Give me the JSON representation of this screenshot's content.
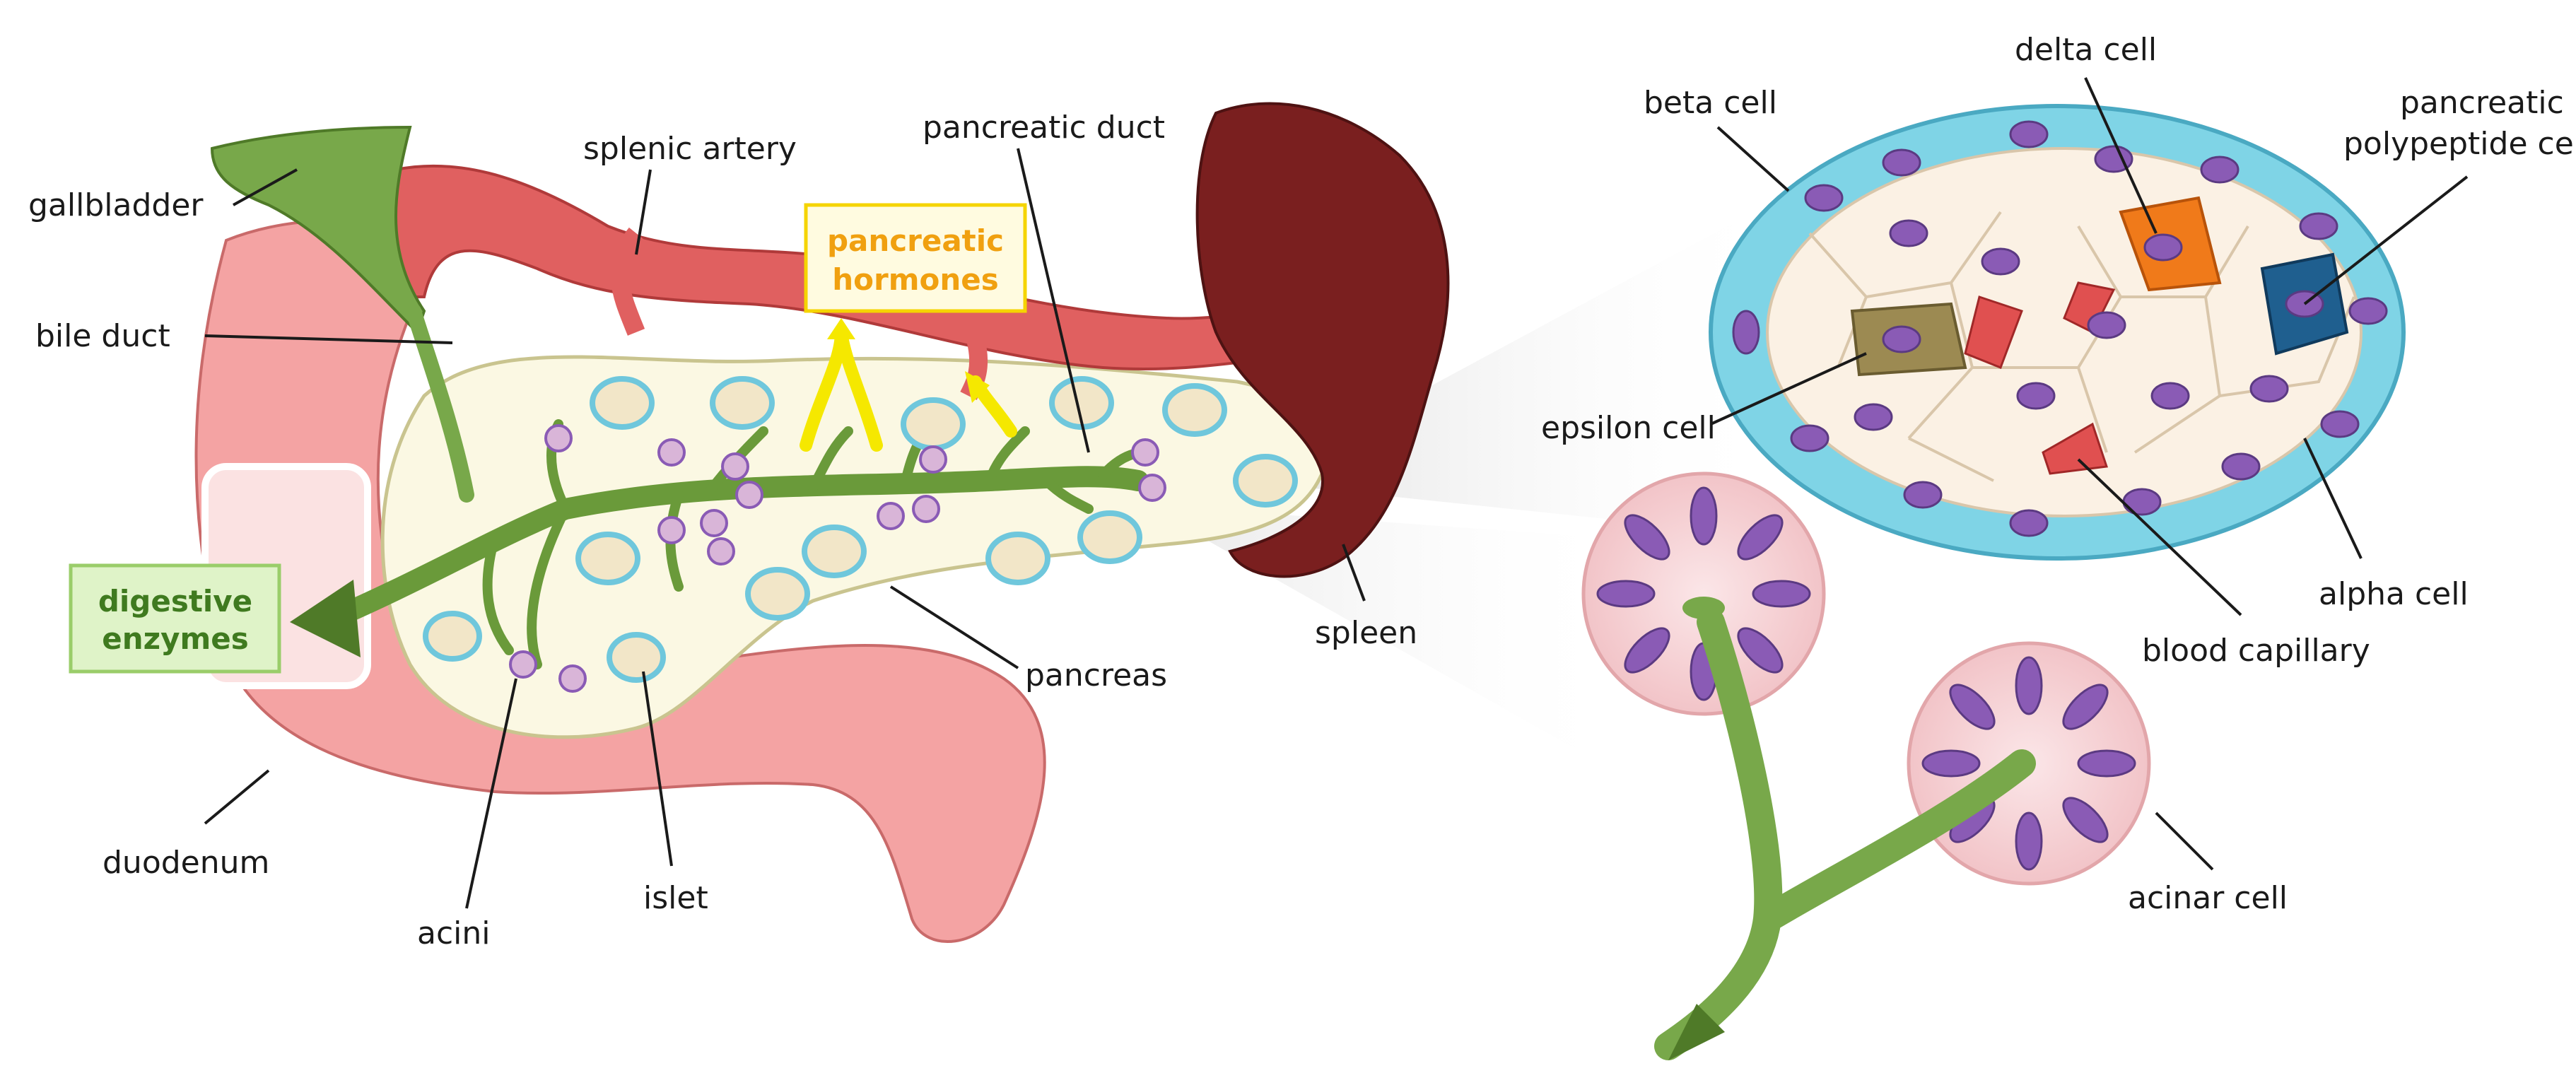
{
  "labels": {
    "gallbladder": "gallbladder",
    "bile_duct": "bile duct",
    "duodenum": "duodenum",
    "acini": "acini",
    "islet": "islet",
    "pancreas": "pancreas",
    "splenic_artery": "splenic artery",
    "pancreatic_duct": "pancreatic duct",
    "spleen": "spleen",
    "beta_cell": "beta cell",
    "delta_cell": "delta cell",
    "pp_cell_line1": "pancreatic",
    "pp_cell_line2": "polypeptide cell",
    "epsilon_cell": "epsilon cell",
    "alpha_cell": "alpha cell",
    "blood_capillary": "blood capillary",
    "acinar_cell": "acinar cell"
  },
  "boxes": {
    "hormones_line1": "pancreatic",
    "hormones_line2": "hormones",
    "enzymes_line1": "digestive",
    "enzymes_line2": "enzymes"
  },
  "colors": {
    "duodenum": "#f4a3a3",
    "pancreas": "#fbf8e3",
    "artery": "#e06060",
    "spleen": "#7a1f1f",
    "duct": "#78a84a",
    "beta": "#fbf1e4",
    "alpha": "#7fd4e6",
    "delta": "#f07a1a",
    "pp": "#1f5f8f",
    "epsilon": "#9c8a52",
    "nucleus": "#8a5bb5",
    "acinus": "#f6d4d6",
    "hormone_text": "#f0a010",
    "enzyme_text": "#3f7a1f"
  }
}
